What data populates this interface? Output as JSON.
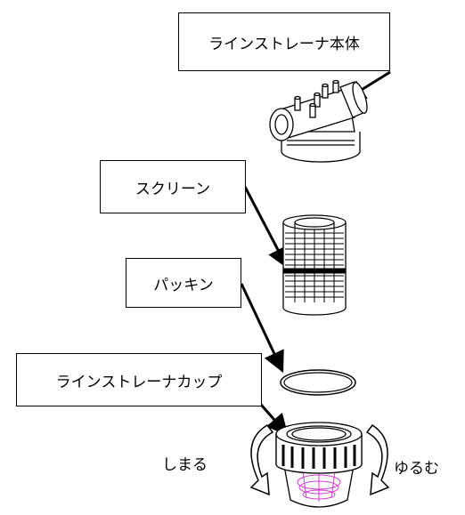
{
  "labels": {
    "body": "ラインストレーナ本体",
    "screen": "スクリーン",
    "packing": "パッキン",
    "cup": "ラインストレーナカップ"
  },
  "rotation": {
    "tighten": "しまる",
    "loosen": "ゆるむ"
  },
  "colors": {
    "outline": "#000000",
    "part_fill": "#ffffff",
    "drain_highlight": "#d13cd1"
  }
}
